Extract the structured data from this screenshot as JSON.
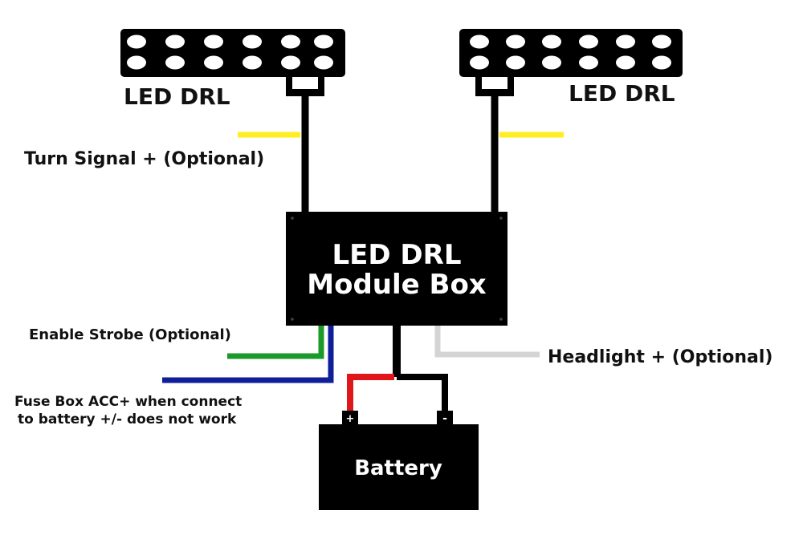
{
  "labels": {
    "left_drl": "LED DRL",
    "right_drl": "LED DRL",
    "turn_signal": "Turn Signal + (Optional)",
    "module_line1": "LED DRL",
    "module_line2": "Module Box",
    "enable_strobe": "Enable Strobe (Optional)",
    "headlight": "Headlight + (Optional)",
    "fuse_line1": "Fuse Box ACC+ when connect",
    "fuse_line2": "to battery +/- does not work",
    "battery": "Battery",
    "battery_plus": "+",
    "battery_minus": "-"
  },
  "colors": {
    "device": "#000000",
    "led": "#ffffff",
    "turn_signal_wire": "#ffee22",
    "strobe_wire": "#1a9a2a",
    "acc_wire": "#0f1f9a",
    "headlight_wire": "#d4d4d4",
    "positive_wire": "#e0161b",
    "negative_wire": "#000000"
  }
}
